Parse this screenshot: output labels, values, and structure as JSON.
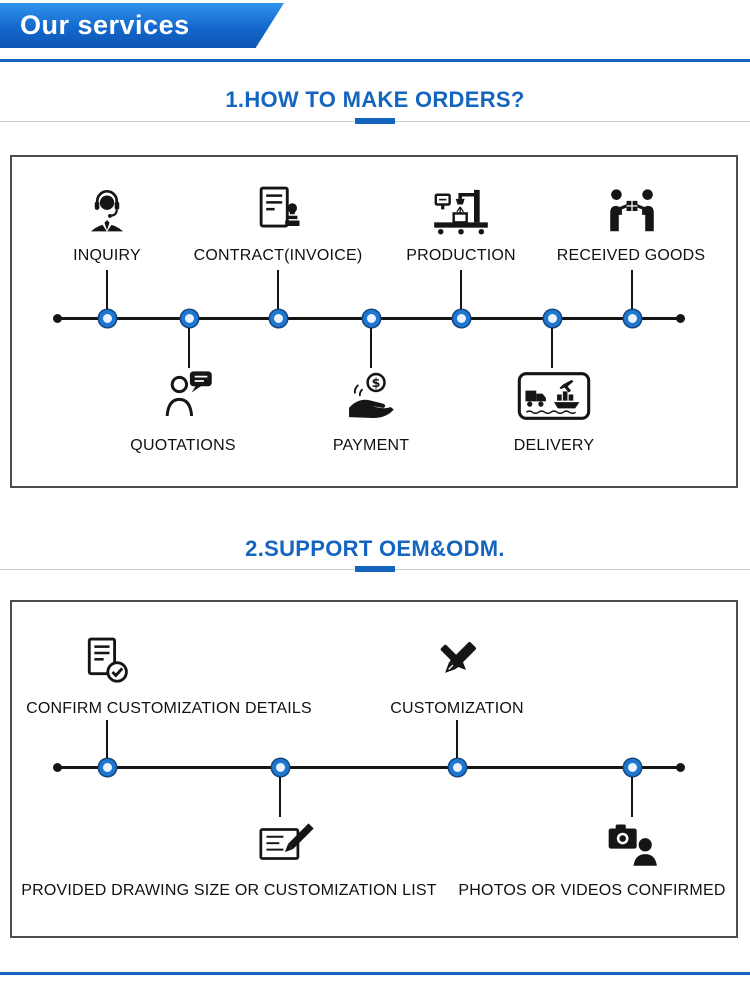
{
  "banner": {
    "title": "Our services"
  },
  "colors": {
    "accent_blue": "#1565c0",
    "banner_gradient_top": "#2f93ee",
    "banner_gradient_bottom": "#0c55b4",
    "timeline_node_blue": "#1e78d2",
    "line_black": "#151515"
  },
  "section1": {
    "heading": "1.HOW TO MAKE ORDERS?",
    "steps_top": [
      {
        "label": "INQUIRY",
        "icon": "customer-service-icon"
      },
      {
        "label": "CONTRACT(INVOICE)",
        "icon": "contract-stamp-icon"
      },
      {
        "label": "PRODUCTION",
        "icon": "production-machine-icon"
      },
      {
        "label": "RECEIVED GOODS",
        "icon": "handover-goods-icon"
      }
    ],
    "steps_bottom": [
      {
        "label": "QUOTATIONS",
        "icon": "quotation-chat-icon"
      },
      {
        "label": "PAYMENT",
        "icon": "payment-hand-icon"
      },
      {
        "label": "DELIVERY",
        "icon": "delivery-transport-icon"
      }
    ]
  },
  "section2": {
    "heading": "2.SUPPORT OEM&ODM.",
    "steps_top": [
      {
        "label": "CONFIRM CUSTOMIZATION DETAILS",
        "icon": "confirm-document-icon"
      },
      {
        "label": "CUSTOMIZATION",
        "icon": "customization-pens-icon"
      }
    ],
    "steps_bottom": [
      {
        "label": "PROVIDED DRAWING SIZE OR CUSTOMIZATION LIST",
        "icon": "drawing-list-icon"
      },
      {
        "label": "PHOTOS OR VIDEOS CONFIRMED",
        "icon": "photo-video-icon"
      }
    ]
  }
}
